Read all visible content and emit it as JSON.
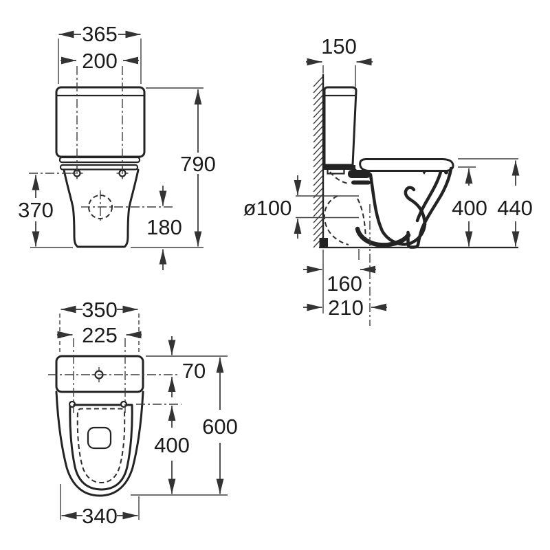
{
  "drawing": {
    "background": "#ffffff",
    "ink_color": "#232323",
    "views": {
      "front": {
        "dims": {
          "overall_width": "365",
          "fixing_hole_centres": "200",
          "overall_height": "790",
          "fixing_hole_height": "370",
          "outlet_height": "180"
        }
      },
      "side": {
        "dims": {
          "cistern_depth": "150",
          "outlet_diameter": "ø100",
          "rim_height": "400",
          "seat_top_height": "440",
          "wall_to_outlet_back": "160",
          "wall_to_outlet_centre": "210"
        }
      },
      "plan": {
        "dims": {
          "rear_width": "350",
          "fixing_hole_centres": "225",
          "rear_to_inlet_centre": "70",
          "fixing_holes_to_front": "400",
          "overall_depth": "600",
          "front_width": "340"
        }
      }
    }
  }
}
